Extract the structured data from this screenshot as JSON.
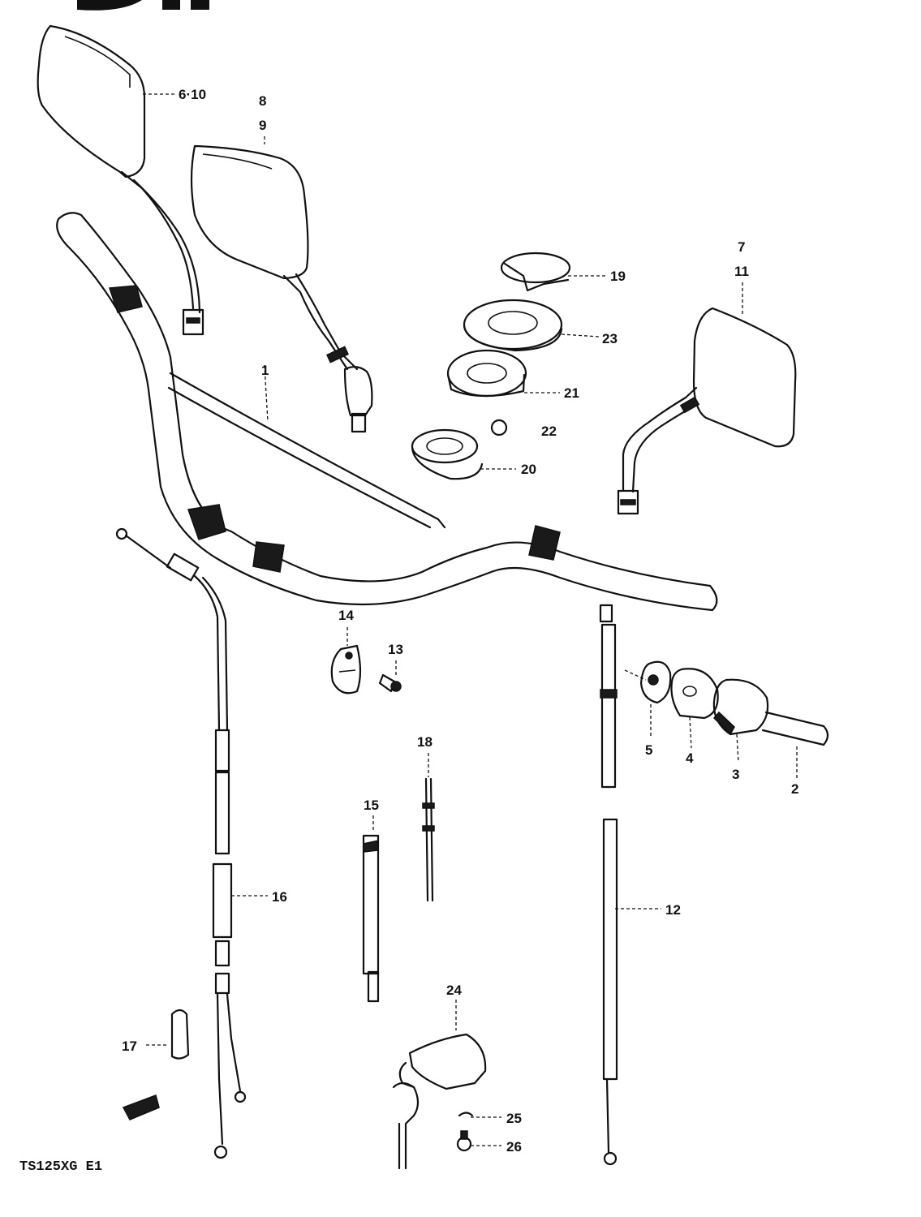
{
  "diagram": {
    "model_code": "TS125XG E1",
    "callouts": {
      "c1": "1",
      "c2": "2",
      "c3": "3",
      "c4": "4",
      "c5": "5",
      "c6_10": "6·10",
      "c7": "7",
      "c11": "11",
      "c8": "8",
      "c9": "9",
      "c12": "12",
      "c13": "13",
      "c14": "14",
      "c15": "15",
      "c16": "16",
      "c17": "17",
      "c18": "18",
      "c19": "19",
      "c20": "20",
      "c21": "21",
      "c22": "22",
      "c23": "23",
      "c24": "24",
      "c25": "25",
      "c26": "26"
    }
  }
}
